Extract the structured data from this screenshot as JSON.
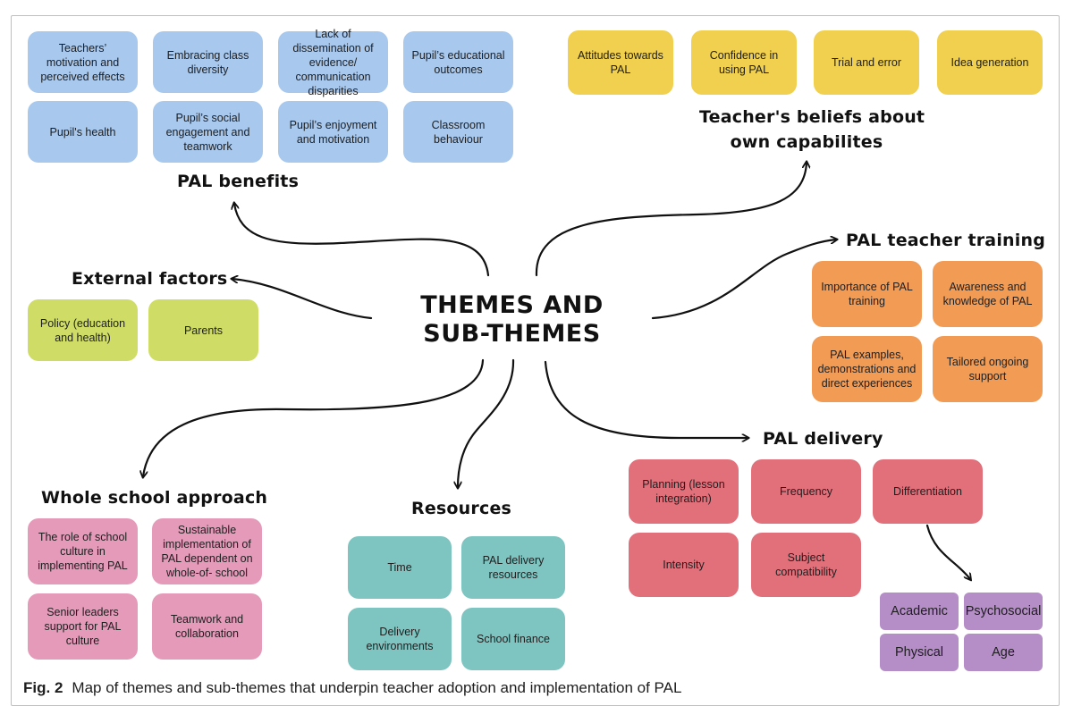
{
  "center_title": "THEMES AND SUB-THEMES",
  "caption": {
    "label": "Fig. 2",
    "text": "Map of themes and sub-themes that underpin teacher adoption and implementation of PAL"
  },
  "colors": {
    "blue": "#a8c8ee",
    "yellow": "#f0d04e",
    "orange": "#f29b55",
    "green": "#cfdd67",
    "pink": "#e49ab8",
    "teal": "#7ec5c1",
    "red": "#e2707b",
    "purple": "#b58ec8"
  },
  "pal_benefits": {
    "title": "PAL benefits",
    "items": [
      "Teachers’ motivation and perceived effects",
      "Embracing class diversity",
      "Lack of dissemination of evidence/ communication disparities",
      "Pupil’s educational outcomes",
      "Pupil's health",
      "Pupil’s social engagement and teamwork",
      "Pupil’s enjoyment and motivation",
      "Classroom behaviour"
    ]
  },
  "teacher_beliefs": {
    "title_line1": "Teacher's beliefs about",
    "title_line2": "own capabilites",
    "items": [
      "Attitudes towards PAL",
      "Confidence in using PAL",
      "Trial and error",
      "Idea generation"
    ]
  },
  "teacher_training": {
    "title": "PAL teacher training",
    "items": [
      "Importance of PAL training",
      "Awareness and knowledge of PAL",
      "PAL examples, demonstrations and direct experiences",
      "Tailored ongoing support"
    ]
  },
  "external_factors": {
    "title": "External factors",
    "items": [
      "Policy (education and health)",
      "Parents"
    ]
  },
  "whole_school": {
    "title": "Whole school approach",
    "items": [
      "The role of school culture in implementing PAL",
      "Sustainable implementation of PAL dependent on whole-of- school",
      "Senior leaders support for PAL culture",
      "Teamwork and collaboration"
    ]
  },
  "resources": {
    "title": "Resources",
    "items": [
      "Time",
      "PAL delivery resources",
      "Delivery environments",
      "School finance"
    ]
  },
  "pal_delivery": {
    "title": "PAL delivery",
    "items": [
      "Planning (lesson integration)",
      "Frequency",
      "Differentiation",
      "Intensity",
      "Subject compatibility"
    ],
    "differentiation_types": [
      "Academic",
      "Psychosocial",
      "Physical",
      "Age"
    ]
  }
}
